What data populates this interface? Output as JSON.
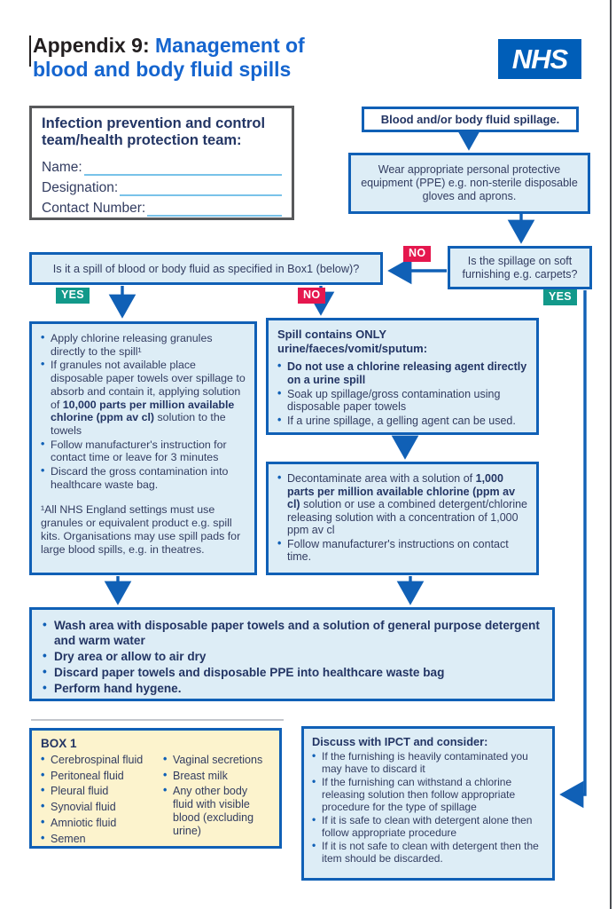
{
  "header": {
    "title_prefix": "Appendix 9: ",
    "title_rest_line1": "Management of",
    "title_line2": "blood and body fluid spills",
    "nhs_logo": "NHS"
  },
  "contact_box": {
    "heading_line1": "Infection prevention and control",
    "heading_line2": "team/health protection team:",
    "fields": [
      {
        "label": "Name:",
        "value": ""
      },
      {
        "label": "Designation:",
        "value": ""
      },
      {
        "label": "Contact Number:",
        "value": ""
      }
    ]
  },
  "badges": {
    "yes": "YES",
    "no": "NO"
  },
  "flow": {
    "spillage": "Blood and/or body fluid spillage.",
    "ppe": "Wear appropriate personal protective equipment (PPE) e.g. non-sterile disposable gloves and aprons.",
    "question_spill": "Is it a spill of blood or body fluid as specified in Box1 (below)?",
    "question_soft": "Is the spillage on soft furnishing e.g. carpets?"
  },
  "granules_box": {
    "b1": "Apply chlorine releasing granules directly to the spill¹",
    "b2_pre": "If granules not available place disposable paper towels over spillage to absorb and contain it, applying solution of ",
    "b2_bold": "10,000 parts per million available chlorine (ppm av cl)",
    "b2_post": " solution to the towels",
    "b3": "Follow manufacturer's instruction for contact time or leave for 3 minutes",
    "b4": "Discard the gross contamination into healthcare waste bag.",
    "footnote": "¹All NHS England settings must use granules or equivalent product e.g. spill kits. Organisations may use spill pads for large blood spills, e.g. in theatres."
  },
  "urine_box": {
    "heading_line1": "Spill contains ONLY",
    "heading_line2": "urine/faeces/vomit/sputum:",
    "b1_bold": "Do not use a chlorine releasing agent directly on a urine spill",
    "b2": "Soak up spillage/gross contamination using disposable paper towels",
    "b3": "If a urine spillage, a gelling agent can be used."
  },
  "decontaminate_box": {
    "b1_pre": "Decontaminate area with a solution of ",
    "b1_bold": "1,000 parts per million available chlorine (ppm av cl)",
    "b1_post": " solution or use a combined detergent/chlorine releasing solution with a concentration of 1,000 ppm av cl",
    "b2": "Follow manufacturer's instructions on contact time."
  },
  "wash_box": {
    "bullets": [
      "Wash area with disposable paper towels and a solution of general purpose detergent and warm water",
      "Dry area or allow to air dry",
      "Discard paper towels and disposable PPE into healthcare waste bag",
      "Perform hand hygene."
    ]
  },
  "box1": {
    "heading": "BOX 1",
    "col1": [
      "Cerebrospinal fluid",
      "Peritoneal fluid",
      "Pleural fluid",
      "Synovial fluid",
      "Amniotic fluid",
      "Semen"
    ],
    "col2": [
      "Vaginal secretions",
      "Breast milk",
      "Any other body fluid with visible blood (excluding urine)"
    ]
  },
  "ipct_box": {
    "heading": "Discuss with IPCT and consider:",
    "bullets": [
      "If the furnishing is heavily contaminated you may have to discard it",
      "If the furnishing can withstand a chlorine releasing solution then follow appropriate procedure for the type of spillage",
      "If it is safe to clean with detergent alone then follow appropriate procedure",
      "If it is not safe to clean with detergent then the item should be discarded."
    ]
  },
  "colors": {
    "nhs_blue": "#005EB8",
    "border_blue": "#1060b6",
    "fill_light_blue": "#ddedf6",
    "yes_green": "#12998a",
    "no_red": "#e5174e",
    "box1_yellow": "#fcf3cd",
    "text_navy": "#323c60"
  }
}
